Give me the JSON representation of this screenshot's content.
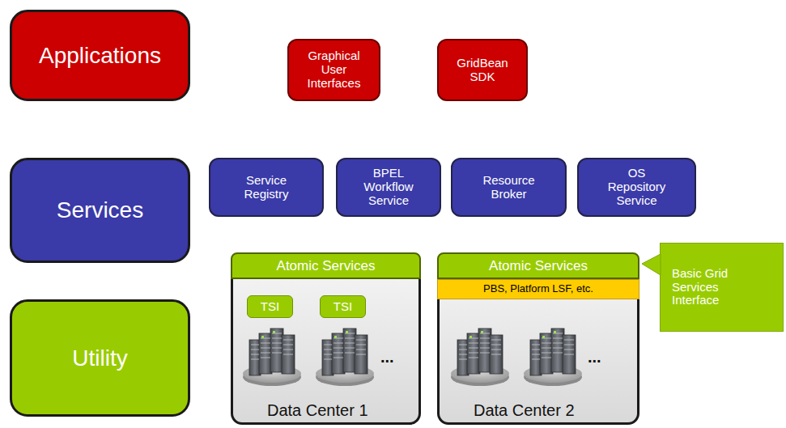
{
  "diagram": {
    "nodes": [
      {
        "text": [
          "Applications"
        ]
      },
      {
        "text": [
          "Graphical User Interfaces"
        ]
      },
      {
        "text": [
          "GridBean SDK"
        ]
      },
      {
        "text": [
          "Services"
        ]
      },
      {
        "text": [
          "Service Registry"
        ]
      },
      {
        "text": [
          "BPEL Workflow Service"
        ]
      },
      {
        "text": [
          "Resource Broker"
        ]
      },
      {
        "text": [
          "OS Repository Service"
        ]
      },
      {
        "text": [
          "Utility"
        ]
      },
      {
        "text": [
          "Data Center 1"
        ]
      },
      {
        "text": [
          "Atomic Services"
        ],
        "in": 9
      },
      {
        "text": [
          "TSI"
        ],
        "in": 9
      },
      {
        "text": [
          "TSI"
        ],
        "in": 9
      },
      {
        "text": [
          "Data Center 2"
        ]
      },
      {
        "text": [
          "Atomic Services"
        ],
        "in": 13
      },
      {
        "text": [
          "PBS, Platform LSF, etc."
        ],
        "in": 13
      },
      {
        "text": [
          "Basic Grid Services Interface"
        ]
      }
    ],
    "labels": [
      "...",
      "..."
    ]
  }
}
